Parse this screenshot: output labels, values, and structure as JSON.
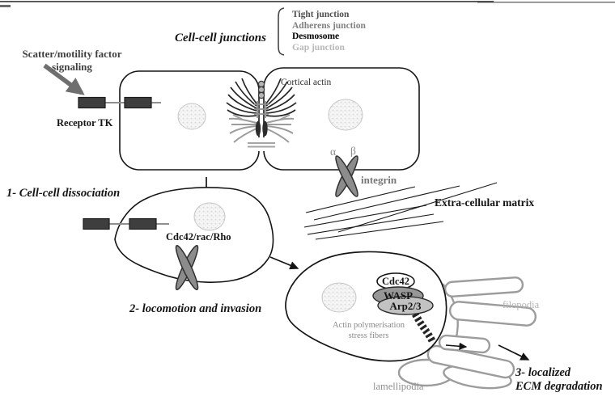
{
  "signaling": {
    "line1": "Scatter/motility factor",
    "line2": "signaling",
    "receptor": "Receptor TK"
  },
  "junctions": {
    "title": "Cell-cell junctions",
    "items": [
      {
        "label": "Tight junction",
        "color": "#4f4f4f"
      },
      {
        "label": "Adherens junction",
        "color": "#808080"
      },
      {
        "label": "Desmosome",
        "color": "#000000"
      },
      {
        "label": "Gap junction",
        "color": "#b8b8b8"
      }
    ]
  },
  "cell_pair": {
    "cortical_actin": "Cortical actin",
    "alpha": "α",
    "beta": "β",
    "integrin": "integrin",
    "ecm": "Extra-cellular matrix"
  },
  "steps": {
    "step1": "1- Cell-cell dissociation",
    "step2": "2- locomotion and invasion",
    "step3_line1": "3- localized",
    "step3_line2": "ECM degradation"
  },
  "molecules": {
    "gtpases": "Cdc42/rac/Rho",
    "cdc42": "Cdc42",
    "wasp": "WASP",
    "arp23": "Arp2/3",
    "actin_line1": "Actin polymerisation",
    "actin_line2": "stress fibers"
  },
  "protrusions": {
    "filopodia": "filopodia",
    "lamellipodia": "lamellipodia"
  },
  "colors": {
    "ink": "#141414",
    "membrane": "#151515",
    "receptor_fill": "#3e3e3e",
    "integrin_fill": "#8c8c8c",
    "cortical_actin_dark": "#262626",
    "actin_gray": "#9c9c9c",
    "wasp_fill": "#979797",
    "arp_fill": "#c2c2c2",
    "cdc42_fill": "#ffffff",
    "filopodia_stroke": "#9c9c9c"
  }
}
